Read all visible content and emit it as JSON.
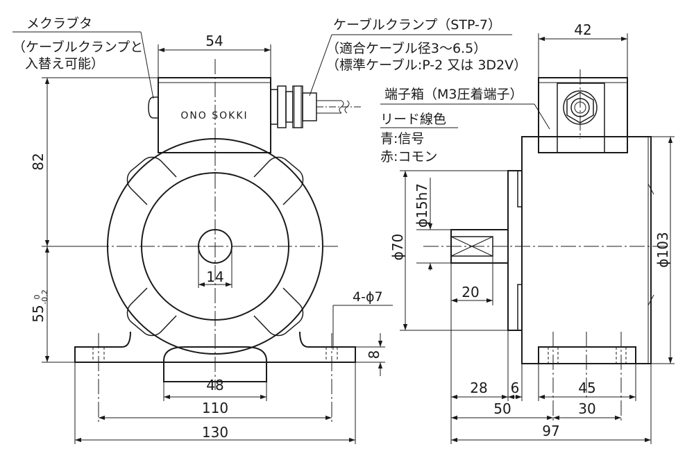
{
  "annotations": {
    "nameplate": "メクラブタ",
    "nameplate_note_1": "（ケーブルクランプと",
    "nameplate_note_2": "入替え可能）",
    "clamp": "ケーブルクランプ（STP-7）",
    "clamp_note_1": "（適合ケーブル径3～6.5）",
    "clamp_note_2": "（標準ケーブル:P-2 又は 3D2V）",
    "terminal_box": "端子箱（M3圧着端子）",
    "lead_color": "リード線色",
    "lead_blue": "青:信号",
    "lead_red": "赤:コモン",
    "mount_holes": "4-ϕ7"
  },
  "brand": "ONO SOKKI",
  "front_view": {
    "dim_top_width": "54",
    "dim_height_upper": "82",
    "dim_height_lower": "55",
    "tol_upper": "0",
    "tol_lower": "-0.2",
    "dim_shaft": "14",
    "dim_base_thickness": "8",
    "dim_boss": "48",
    "dim_hole_pitch": "110",
    "dim_base_width": "130"
  },
  "side_view": {
    "dim_box_width": "42",
    "dim_shaft_dia": "ϕ15h7",
    "dim_pilot_dia": "ϕ70",
    "dim_body_dia": "ϕ103",
    "dim_key_len": "20",
    "dim_28": "28",
    "dim_6": "6",
    "dim_45": "45",
    "dim_50": "50",
    "dim_30": "30",
    "dim_97": "97"
  }
}
